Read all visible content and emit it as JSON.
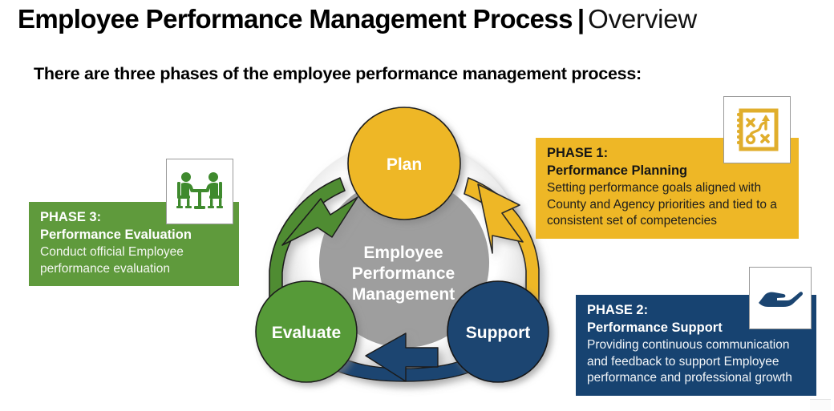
{
  "header": {
    "title_main": "Employee Performance Management Process",
    "separator": "|",
    "title_sub": "Overview"
  },
  "subtitle": "There are three phases of the employee performance management process:",
  "colors": {
    "yellow": "#EEB726",
    "navy": "#174371",
    "green_box": "#5F9A3C",
    "green_circle": "#569A39",
    "gray_center": "#9E9E9E",
    "white": "#FFFFFF",
    "black": "#000000"
  },
  "diagram": {
    "center_lines": [
      "Employee",
      "Performance",
      "Management"
    ],
    "nodes": [
      {
        "id": "plan",
        "label": "Plan",
        "color": "#EEB726",
        "position": "top"
      },
      {
        "id": "support",
        "label": "Support",
        "color": "#174371",
        "position": "bottom-right"
      },
      {
        "id": "evaluate",
        "label": "Evaluate",
        "color": "#569A39",
        "position": "bottom-left"
      }
    ],
    "arrows": [
      {
        "id": "plan-to-support",
        "color": "#EEB726",
        "from": "Plan",
        "to": "Support",
        "direction": "clockwise"
      },
      {
        "id": "support-to-evaluate",
        "color": "#174371",
        "from": "Support",
        "to": "Evaluate",
        "direction": "clockwise"
      },
      {
        "id": "evaluate-to-plan",
        "color": "#569A39",
        "from": "Evaluate",
        "to": "Plan",
        "direction": "clockwise"
      }
    ]
  },
  "callouts": [
    {
      "id": "phase1",
      "phase": "PHASE 1:",
      "name": "Performance Planning",
      "description": "Setting performance goals aligned with County and Agency priorities and tied to a consistent set of competencies",
      "description_lines": [
        "Setting performance goals aligned with",
        "County and Agency priorities and tied",
        "to a consistent set of competencies"
      ],
      "background": "#EEB726",
      "icon": "strategy-playbook-icon"
    },
    {
      "id": "phase2",
      "phase": "PHASE 2:",
      "name": "Performance Support",
      "description": "Providing continuous communication and feedback to support Employee performance and professional growth",
      "description_lines": [
        "Providing continuous communication",
        "and feedback to support Employee",
        "performance and professional growth"
      ],
      "background": "#174371",
      "icon": "open-hand-icon"
    },
    {
      "id": "phase3",
      "phase": "PHASE 3:",
      "name": "Performance Evaluation",
      "description": "Conduct official Employee performance evaluation",
      "description_lines": [
        "Conduct official Employee",
        "performance evaluation"
      ],
      "background": "#5F9A3C",
      "icon": "meeting-two-people-icon"
    }
  ]
}
